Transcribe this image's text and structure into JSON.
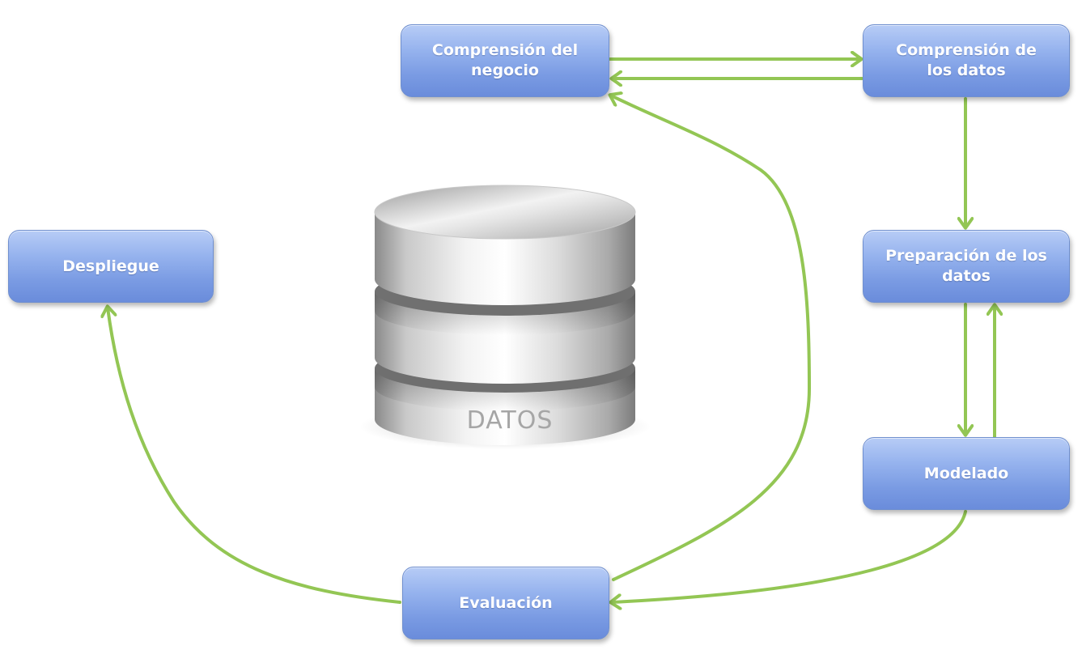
{
  "diagram": {
    "nodes": [
      {
        "id": "business",
        "label": "Comprensión del\nnegocio"
      },
      {
        "id": "data",
        "label": "Comprensión de\nlos datos"
      },
      {
        "id": "prep",
        "label": "Preparación de los\ndatos"
      },
      {
        "id": "model",
        "label": "Modelado"
      },
      {
        "id": "eval",
        "label": "Evaluación"
      },
      {
        "id": "deploy",
        "label": "Despliegue"
      }
    ],
    "database": {
      "label": "DATOS",
      "icon": "database-cylinder-icon"
    },
    "edges": [
      {
        "from": "business",
        "to": "data"
      },
      {
        "from": "data",
        "to": "business"
      },
      {
        "from": "data",
        "to": "prep"
      },
      {
        "from": "prep",
        "to": "model"
      },
      {
        "from": "model",
        "to": "prep"
      },
      {
        "from": "model",
        "to": "eval"
      },
      {
        "from": "eval",
        "to": "business"
      },
      {
        "from": "eval",
        "to": "deploy"
      }
    ],
    "colors": {
      "box_fill": "#8aa9ea",
      "box_border": "#6f8fcf",
      "box_text": "#ffffff",
      "arrow": "#93c654",
      "db_label": "#a6a6a6"
    }
  }
}
